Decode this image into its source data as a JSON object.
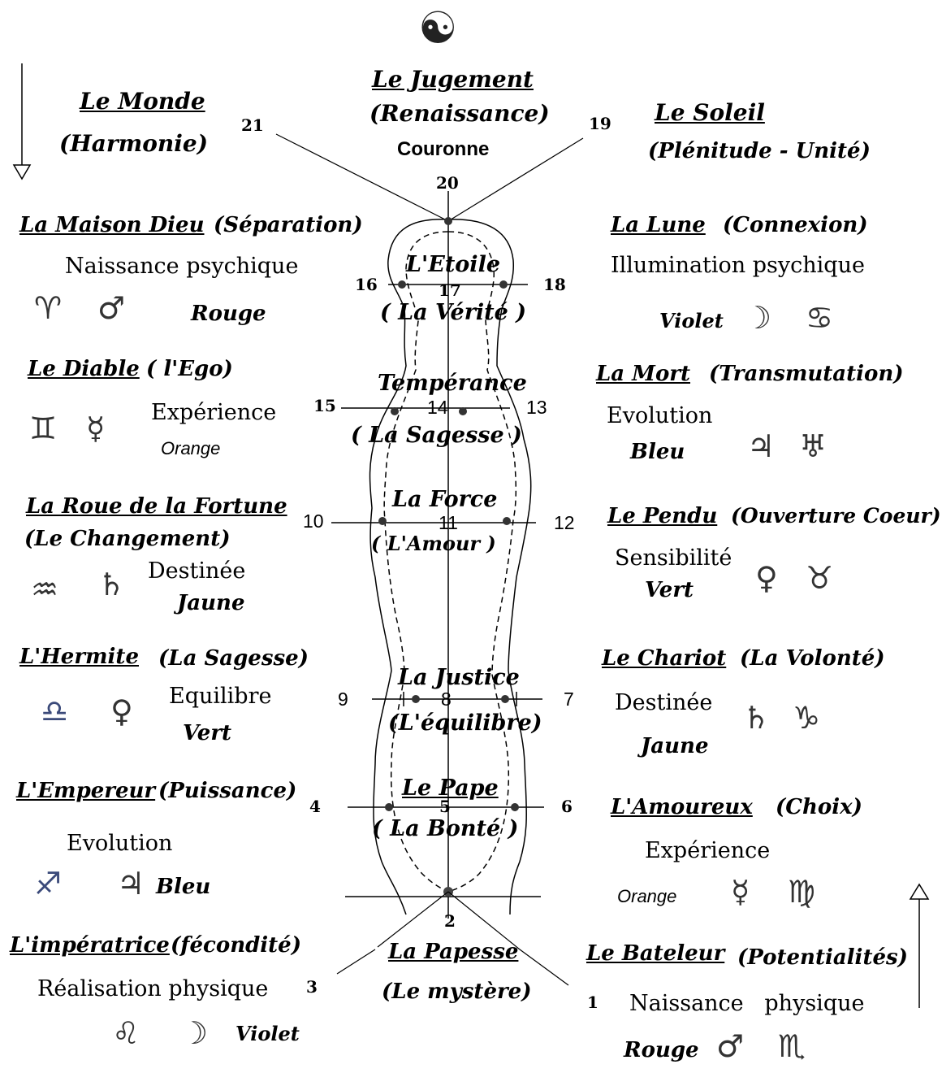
{
  "center": {
    "jugement_title": "Le Jugement",
    "jugement_sub": "(Renaissance)",
    "couronne": "Couronne",
    "etoile_title": "L'Etoile",
    "etoile_sub": "( La Vérité )",
    "temperance_title": "Tempérance",
    "temperance_sub": "( La Sagesse )",
    "force_title": "La Force",
    "force_sub": "(     L'Amour     )",
    "justice_title": "La Justice",
    "justice_sub": "(L'équilibre)",
    "pape_title": "Le Pape",
    "pape_sub": "( La Bonté )",
    "papesse_title": "La Papesse",
    "papesse_sub": "(Le mystère)"
  },
  "numbers": {
    "n1": "1",
    "n2": "2",
    "n3": "3",
    "n4": "4",
    "n5": "5",
    "n6": "6",
    "n7": "7",
    "n8": "8",
    "n9": "9",
    "n10": "10",
    "n11": "11",
    "n12": "12",
    "n13": "13",
    "n14": "14",
    "n15": "15",
    "n16": "16",
    "n17": "17",
    "n18": "18",
    "n19": "19",
    "n20": "20",
    "n21": "21"
  },
  "left": {
    "monde_title": "Le Monde",
    "monde_sub": "(Harmonie)",
    "maison_title": "La Maison Dieu",
    "maison_sub": "(Séparation)",
    "maison_desc": "Naissance psychique",
    "maison_color": "Rouge",
    "diable_title": "Le Diable",
    "diable_sub": "(   l'Ego)",
    "diable_desc": "Expérience",
    "diable_color": "Orange",
    "roue_title": "La Roue de la Fortune",
    "roue_sub": "(Le Changement)",
    "roue_desc": "Destinée",
    "roue_color": "Jaune",
    "hermite_title": "L'Hermite",
    "hermite_sub": "(La Sagesse)",
    "hermite_desc": "Equilibre",
    "hermite_color": "Vert",
    "empereur_title": "L'Empereur",
    "empereur_sub": "(Puissance)",
    "empereur_desc": "Evolution",
    "empereur_color": "Bleu",
    "imperatrice_title": "L'impératrice",
    "imperatrice_sub": "(fécondité)",
    "imperatrice_desc": "Réalisation physique",
    "imperatrice_color": "Violet"
  },
  "right": {
    "soleil_title": "Le Soleil",
    "soleil_sub": "(Plénitude - Unité)",
    "lune_title": "La Lune",
    "lune_sub": "(Connexion)",
    "lune_desc": "Illumination psychique",
    "lune_color": "Violet",
    "mort_title": "La Mort",
    "mort_sub": "(Transmutation)",
    "mort_desc": "Evolution",
    "mort_color": "Bleu",
    "pendu_title": "Le Pendu",
    "pendu_sub": "(Ouverture Coeur)",
    "pendu_desc": "Sensibilité",
    "pendu_color": "Vert",
    "chariot_title": "Le Chariot",
    "chariot_sub": "(La Volonté)",
    "chariot_desc": "Destinée",
    "chariot_color": "Jaune",
    "amoureux_title": "L'Amoureux",
    "amoureux_sub": "(Choix)",
    "amoureux_desc": "Expérience",
    "amoureux_color": "Orange",
    "bateleur_title": "Le Bateleur",
    "bateleur_sub": "(Potentialités)",
    "bateleur_desc": "Naissance   physique",
    "bateleur_color": "Rouge"
  },
  "symbols": {
    "aries": "♈",
    "mars": "♂",
    "gemini": "♊",
    "mercury": "☿",
    "aquarius": "♒",
    "saturn": "♄",
    "libra": "♎",
    "venus": "♀",
    "sagittarius": "♐",
    "jupiter": "♃",
    "leo": "♌",
    "moon": "☽",
    "cancer": "♋",
    "uranus": "♅",
    "taurus": "♉",
    "capricorn": "♑",
    "virgo": "♍",
    "scorpio": "♏",
    "yinyang": "☯"
  }
}
